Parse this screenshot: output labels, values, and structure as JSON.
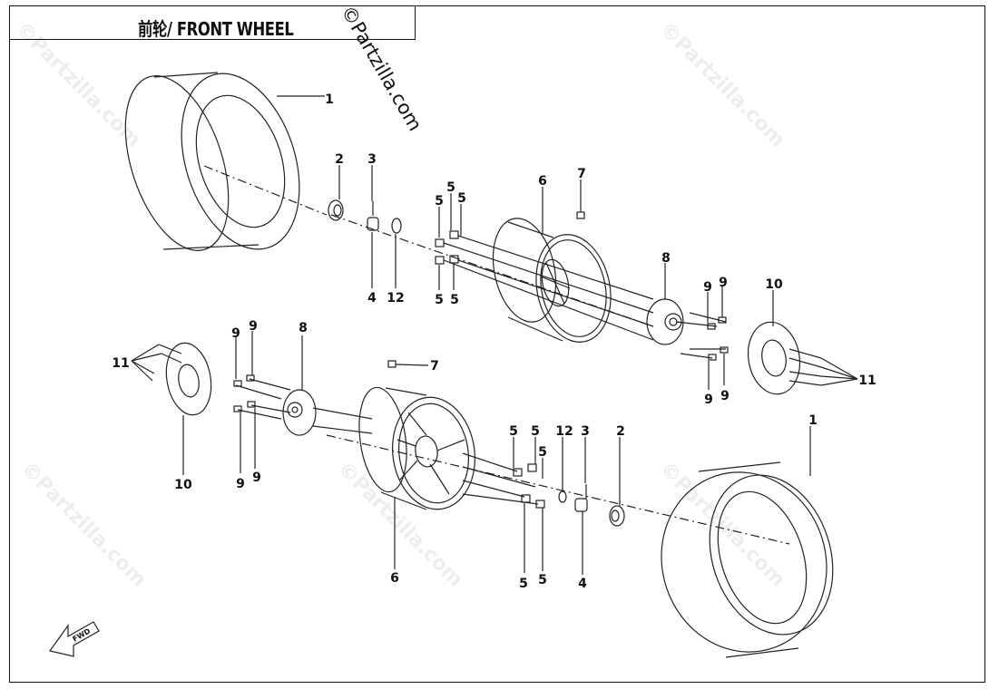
{
  "title": "前轮/ FRONT WHEEL",
  "watermark": "©Partzilla.com",
  "fwd_label": "FWD",
  "callouts": {
    "tire": "1",
    "seal": "2",
    "cotter_pin": "3",
    "castle_nut": "4",
    "lug_nut": "5",
    "rim": "6",
    "valve": "7",
    "hub": "8",
    "bolt": "9",
    "brake_disc": "10",
    "disc_bolt": "11",
    "washer": "12"
  }
}
